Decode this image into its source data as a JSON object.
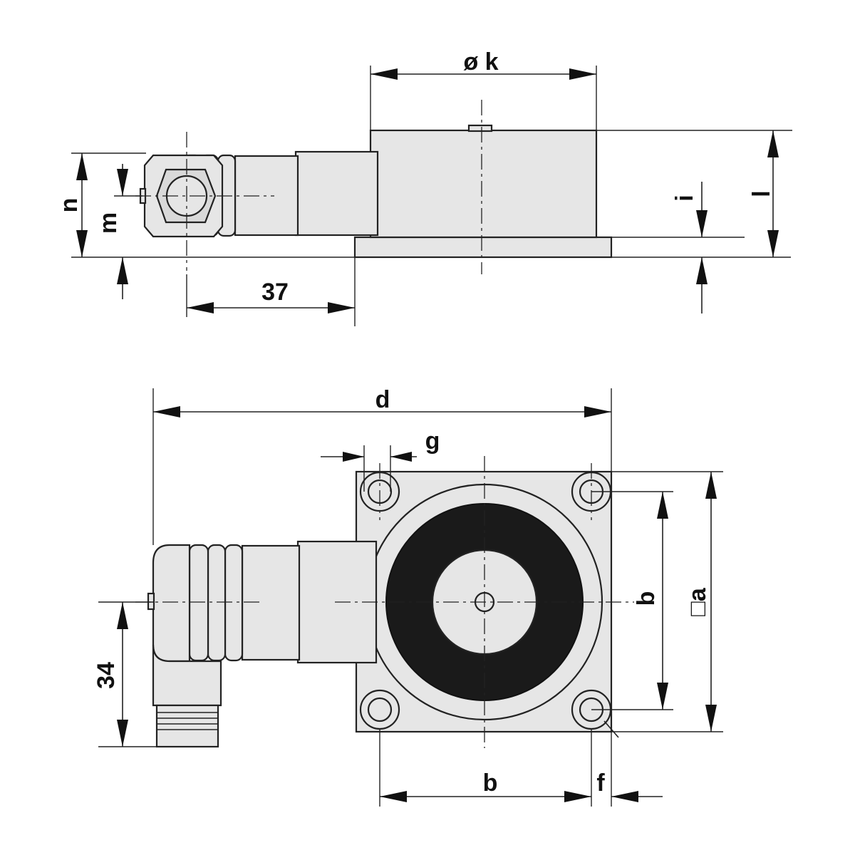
{
  "labels": {
    "k": "ø k",
    "l": "l",
    "i": "i",
    "n": "n",
    "m": "m",
    "dim37": "37",
    "d": "d",
    "g": "g",
    "b_vertical": "b",
    "a": "□a",
    "dim34": "34",
    "b_horizontal": "b",
    "f": "f"
  },
  "colors": {
    "line": "#222222",
    "fill": "#e6e6e6",
    "magnet_ring": "#1a1a1a"
  }
}
